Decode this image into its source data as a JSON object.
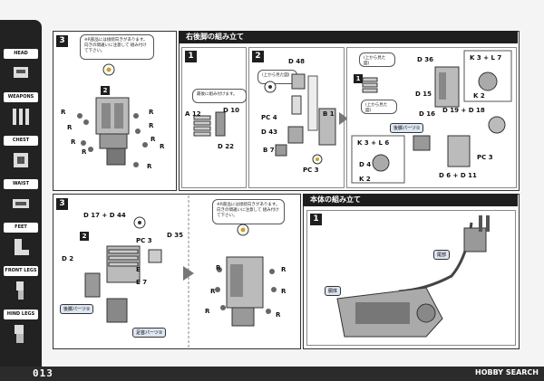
{
  "page": {
    "number": "013",
    "watermark": "HOBBY SEARCH"
  },
  "sidebar": [
    {
      "label": "HEAD",
      "icon": "head-icon"
    },
    {
      "label": "WEAPONS",
      "icon": "weapons-icon"
    },
    {
      "label": "CHEST",
      "icon": "chest-icon"
    },
    {
      "label": "WAIST",
      "icon": "waist-icon"
    },
    {
      "label": "FEET",
      "icon": "feet-icon"
    },
    {
      "label": "FRONT LEGS",
      "icon": "front-legs-icon"
    },
    {
      "label": "HIND LEGS",
      "icon": "hind-legs-icon"
    }
  ],
  "sections": {
    "rear_right_leg": "右後脚の組み立て",
    "main_body": "本体の組み立て"
  },
  "steps": {
    "s3a": "3",
    "s1a": "1",
    "s2": "2",
    "s3b": "3",
    "s1b": "1",
    "sub2a": "2",
    "sub2b": "2",
    "sub1a": "1",
    "sub1b": "1"
  },
  "notes": {
    "n1": "※R部品には接続向きがあります。 向きの間違いに注意して 組み付けて下さい。",
    "n2": "最後に組み付けます。",
    "n3": "(上から見た図)",
    "n4": "(上から見た図)",
    "n5": "(上から見た図)",
    "n6": "※R部品には接続向きがあります。 向きの間違いに注意して 組み付けて下さい。"
  },
  "tags": {
    "rear_part1": "後脚パーツ①",
    "rear_part2": "後脚パーツ②",
    "foot_part2": "足首パーツ②",
    "tail": "尾部",
    "body": "胴体"
  },
  "labels": {
    "r": "R",
    "a12": "A 12",
    "d10": "D 10",
    "d22": "D 22",
    "d48": "D 48",
    "pc4": "PC 4",
    "d43": "D 43",
    "b7": "B 7",
    "b1": "B 1",
    "pc3": "PC 3",
    "d36": "D 36",
    "k3l7": "K 3 + L 7",
    "k2": "K 2",
    "d15": "D 15",
    "d19d18": "D 19 + D 18",
    "d16": "D 16",
    "k3l6": "K 3 + L 6",
    "d4": "D 4",
    "k2b": "K 2",
    "d6d11": "D 6 + D 11",
    "pc3b": "PC 3",
    "d17d44": "D 17 + D 44",
    "d2": "D 2",
    "pc3c": "PC 3",
    "d35": "D 35",
    "e": "E",
    "e7": "E 7"
  }
}
